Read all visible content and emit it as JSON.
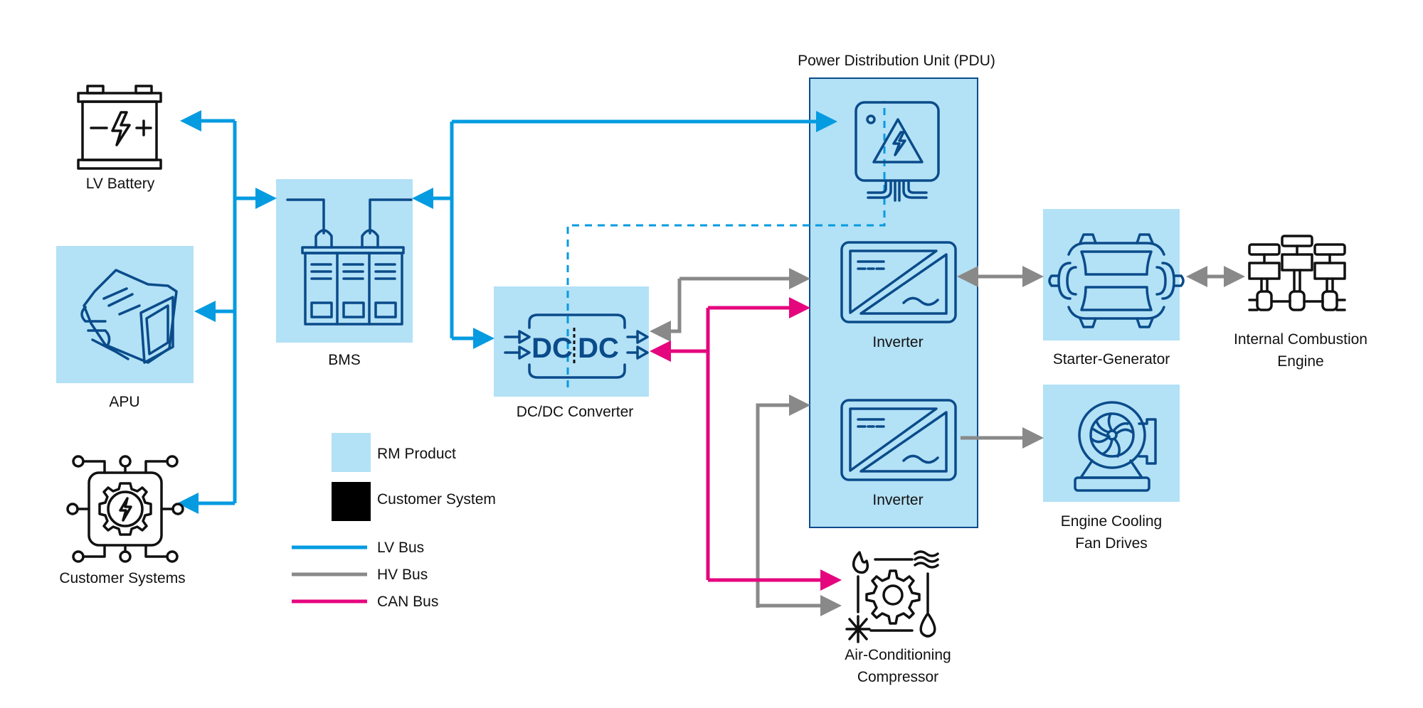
{
  "colors": {
    "rm_product_fill": "#b3e1f6",
    "pdu_border": "#0a4b8a",
    "icon_blue": "#0a4b8a",
    "lv_bus": "#059be0",
    "hv_bus": "#898989",
    "can_bus": "#e5067e",
    "customer_system": "#000000"
  },
  "nodes": {
    "lv_battery": {
      "label": "LV Battery",
      "type": "customer-system"
    },
    "apu": {
      "label": "APU",
      "type": "rm-product"
    },
    "customer_systems": {
      "label": "Customer Systems",
      "type": "customer-system"
    },
    "bms": {
      "label": "BMS",
      "type": "rm-product"
    },
    "dcdc": {
      "label": "DC/DC Converter",
      "type": "rm-product",
      "icon_text_left": "DC",
      "icon_text_right": "DC"
    },
    "pdu": {
      "label": "Power Distribution Unit (PDU)",
      "type": "rm-product"
    },
    "inverter_1": {
      "label": "Inverter",
      "type": "rm-product"
    },
    "inverter_2": {
      "label": "Inverter",
      "type": "rm-product"
    },
    "starter_generator": {
      "label": "Starter-Generator",
      "type": "rm-product"
    },
    "ice": {
      "label_line1": "Internal Combustion",
      "label_line2": "Engine",
      "type": "customer-system"
    },
    "cooling_fan": {
      "label_line1": "Engine Cooling",
      "label_line2": "Fan Drives",
      "type": "rm-product"
    },
    "ac_compressor": {
      "label_line1": "Air-Conditioning",
      "label_line2": "Compressor",
      "type": "customer-system"
    }
  },
  "legend": {
    "items": [
      {
        "label": "RM Product",
        "kind": "swatch",
        "color": "#b3e1f6"
      },
      {
        "label": "Customer System",
        "kind": "swatch",
        "color": "#000000"
      },
      {
        "label": "LV Bus",
        "kind": "line",
        "color": "#059be0"
      },
      {
        "label": "HV Bus",
        "kind": "line",
        "color": "#898989"
      },
      {
        "label": "CAN Bus",
        "kind": "line",
        "color": "#e5067e"
      }
    ]
  },
  "connections": [
    {
      "from": "LV bus trunk",
      "to": "LV Battery",
      "bus": "LV"
    },
    {
      "from": "LV bus trunk",
      "to": "APU",
      "bus": "LV"
    },
    {
      "from": "LV bus trunk",
      "to": "Customer Systems",
      "bus": "LV"
    },
    {
      "from": "LV bus trunk",
      "to": "BMS",
      "bus": "LV"
    },
    {
      "from": "LV bus",
      "to": "BMS",
      "bus": "LV"
    },
    {
      "from": "LV bus",
      "to": "Power Distribution Unit (PDU)",
      "bus": "LV"
    },
    {
      "from": "LV bus",
      "to": "DC/DC Converter",
      "bus": "LV"
    },
    {
      "from": "DC/DC Converter",
      "to": "Power Distribution Unit (PDU)",
      "bus": "LV",
      "style": "dashed"
    },
    {
      "from": "Inverter",
      "to": "DC/DC Converter",
      "bus": "HV"
    },
    {
      "from": "CAN",
      "to": "Inverter",
      "bus": "CAN"
    },
    {
      "from": "CAN",
      "to": "DC/DC Converter",
      "bus": "CAN"
    },
    {
      "from": "CAN",
      "to": "Air-Conditioning Compressor",
      "bus": "CAN"
    },
    {
      "from": "HV",
      "to": "Inverter",
      "bus": "HV"
    },
    {
      "from": "HV",
      "to": "Air-Conditioning Compressor",
      "bus": "HV"
    },
    {
      "from": "Inverter",
      "to": "Starter-Generator",
      "bus": "HV",
      "bidirectional": true
    },
    {
      "from": "Starter-Generator",
      "to": "Internal Combustion Engine",
      "bus": "HV",
      "bidirectional": true
    },
    {
      "from": "Inverter",
      "to": "Engine Cooling Fan Drives",
      "bus": "HV"
    }
  ]
}
